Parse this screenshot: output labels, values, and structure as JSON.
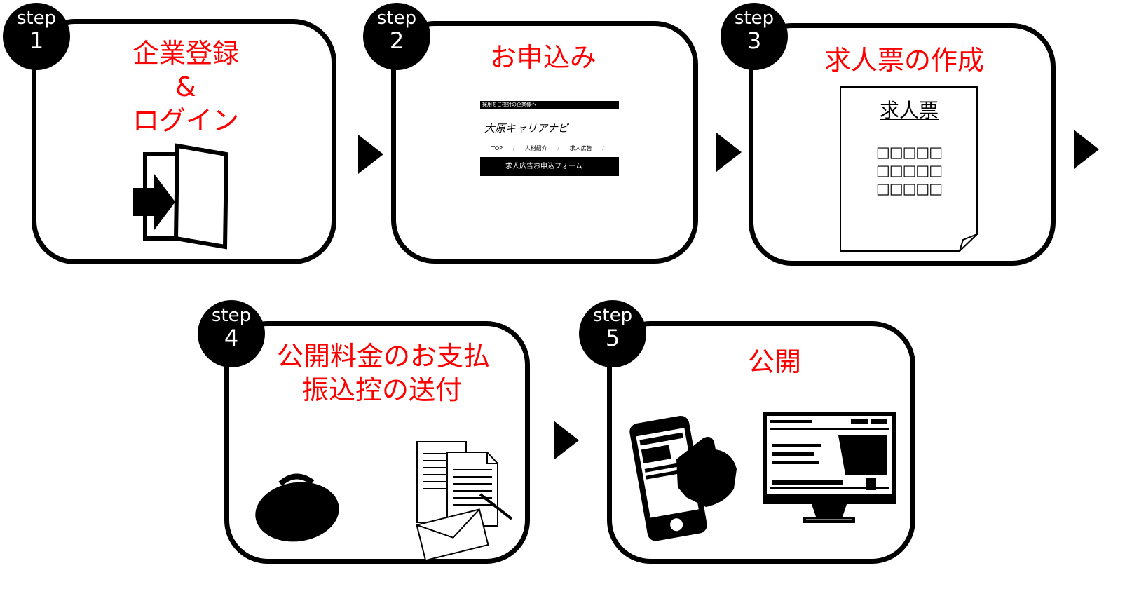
{
  "steps": [
    {
      "word": "step",
      "num": "1",
      "title": [
        "企業登録",
        "&",
        "ログイン"
      ]
    },
    {
      "word": "step",
      "num": "2",
      "title": [
        "お申込み"
      ]
    },
    {
      "word": "step",
      "num": "3",
      "title": [
        "求人票の作成"
      ]
    },
    {
      "word": "step",
      "num": "4",
      "title": [
        "公開料金のお支払",
        "振込控の送付"
      ]
    },
    {
      "word": "step",
      "num": "5",
      "title": [
        "公開"
      ]
    }
  ],
  "form_mock": {
    "top_bar": "採用をご検討の企業様へ",
    "logo": "大原キャリアナビ",
    "nav": [
      "TOP",
      "人材紹介",
      "求人広告"
    ],
    "nav_sep": "/",
    "button": "求人広告お申込フォーム"
  },
  "job_sheet": {
    "heading": "求人票",
    "rows": [
      "□□□□□",
      "□□□□□",
      "□□□□□"
    ]
  },
  "colors": {
    "accent": "#ff0000",
    "ink": "#000000"
  }
}
